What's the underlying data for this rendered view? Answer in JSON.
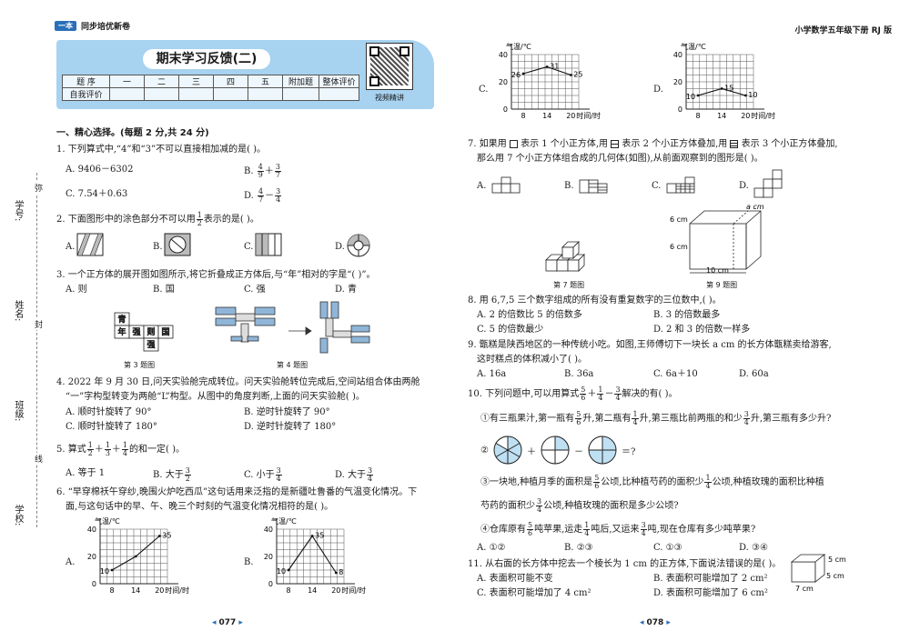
{
  "left": {
    "series": "同步培优新卷",
    "series_logo": "一本",
    "title": "期末学习反馈(二)",
    "score_table": {
      "row1": [
        "题  序",
        "一",
        "二",
        "三",
        "四",
        "五",
        "附加题",
        "整体评价"
      ],
      "row2": [
        "自我评价",
        "",
        "",
        "",
        "",
        "",
        "",
        ""
      ]
    },
    "qr_label": "视频精讲",
    "gutter": {
      "labels": [
        "学号:",
        "姓名:",
        "班级:",
        "学校:"
      ],
      "seal": [
        "弥",
        "封",
        "线"
      ]
    },
    "section1": "一、精心选择。(每题 2 分,共 24 分)",
    "q1": {
      "stem": "1. 下列算式中,“4”和“3”不可以直接相加减的是(    )。",
      "A": "A. 9406－6302",
      "B": "B.",
      "C": "C. 7.54＋0.63",
      "D": "D."
    },
    "q2": {
      "stem_a": "2. 下面图形中的涂色部分不可以用",
      "stem_b": "表示的是(    )。",
      "A": "A.",
      "B": "B.",
      "C": "C.",
      "D": "D."
    },
    "q3": {
      "stem": "3. 一个正方体的展开图如图所示,将它折叠成正方体后,与“年”相对的字是“(    )”。",
      "A": "A. 则",
      "B": "B. 国",
      "C": "C. 强",
      "D": "D. 青",
      "net": [
        "青",
        "年",
        "强",
        "则",
        "国",
        "强"
      ],
      "caption3": "第 3 题图",
      "caption4": "第 4 题图"
    },
    "q4": {
      "l1": "4. 2022 年 9 月 30 日,问天实验舱完成转位。问天实验舱转位完成后,空间站组合体由两舱",
      "l2": "“一”字构型转变为两舱“L”构型。从图中的角度判断,上面的问天实验舱(    )。",
      "A": "A. 顺时针旋转了 90°",
      "B": "B. 逆时针旋转了 90°",
      "C": "C. 顺时针旋转了 180°",
      "D": "D. 逆时针旋转了 180°"
    },
    "q5": {
      "stem_a": "5. 算式",
      "stem_b": "的和一定(    )。",
      "A": "A. 等于 1",
      "B": "B. 大于",
      "C": "C. 小于",
      "D": "D. 大于"
    },
    "q6": {
      "l1": "6. “早穿棉袄午穿纱,晚围火炉吃西瓜”这句话用来泛指的是新疆吐鲁番的气温变化情况。下",
      "l2": "面,与这句话中的早、午、晚三个时刻的气温变化情况相符的是(    )。",
      "A": "A.",
      "B": "B."
    },
    "page_no": "077"
  },
  "right": {
    "header": "小学数学五年级下册 RJ 版",
    "q6": {
      "C": "C.",
      "D": "D."
    },
    "q7": {
      "l1a": "7. 如果用",
      "l1b": "表示 1 个小正方体,用",
      "l1c": "表示 2 个小正方体叠加,用",
      "l1d": "表示 3 个小正方体叠加,",
      "l2": "那么用 7 个小正方体组合成的几何体(如图),从前面观察到的图形是(    )。",
      "A": "A.",
      "B": "B.",
      "C": "C.",
      "D": "D.",
      "caption7": "第 7 题图",
      "caption9": "第 9 题图"
    },
    "q8": {
      "stem": "8. 用 6,7,5 三个数字组成的所有没有重复数字的三位数中,(    )。",
      "A": "A. 2 的倍数比 5 的倍数多",
      "B": "B. 3 的倍数最多",
      "C": "C. 5 的倍数最少",
      "D": "D. 2 和 3 的倍数一样多"
    },
    "q9": {
      "l1": "9. 甑糕是陕西地区的一种传统小吃。如图,王师傅切下一块长 a cm 的长方体甑糕卖给游客,",
      "l2": "这时糕点的体积减小了(    )。",
      "A": "A. 16a",
      "B": "B. 36a",
      "C": "C. 6a＋10",
      "D": "D. 60a",
      "dims": {
        "a": "a cm",
        "h": "6 cm",
        "w": "6 cm",
        "l": "10 cm"
      }
    },
    "q10": {
      "stem_a": "10. 下列问题中,可以用算式",
      "stem_b": "解决的有(    )。",
      "i1a": "①有三瓶果汁,第一瓶有",
      "i1b": "升,第二瓶有",
      "i1c": "升,第三瓶比前两瓶的和少",
      "i1d": "升,第三瓶有多少升?",
      "i2": "＝?",
      "i3a": "③一块地,种植月季的面积是",
      "i3b": "公顷,比种植芍药的面积少",
      "i3c": "公顷,种植玫瑰的面积比种植",
      "i3d": "芍药的面积少",
      "i3e": "公顷,种植玫瑰的面积是多少公顷?",
      "i4a": "④仓库原有",
      "i4b": "吨苹果,运走",
      "i4c": "吨后,又运来",
      "i4d": "吨,现在仓库有多少吨苹果?",
      "A": "A. ①②",
      "B": "B. ②③",
      "C": "C. ①③",
      "D": "D. ③④"
    },
    "q11": {
      "stem": "11. 从右面的长方体中挖去一个棱长为 1 cm 的正方体,下面说法错误的是(    )。",
      "A": "A. 表面积可能不变",
      "B": "B. 表面积可能增加了 2 cm²",
      "C": "C. 表面积可能增加了 4 cm²",
      "D": "D. 表面积可能增加了 6 cm²",
      "dims": {
        "a": "5 cm",
        "b": "5 cm",
        "c": "7 cm"
      }
    },
    "page_no": "078"
  },
  "chart_data": [
    {
      "type": "line",
      "id": "A",
      "x": [
        8,
        14,
        20
      ],
      "values": [
        10,
        20,
        35
      ],
      "xlabel": "时间/时",
      "ylabel": "气温/℃",
      "ylim": [
        0,
        40
      ],
      "yticks": [
        0,
        20,
        40
      ],
      "data_labels": [
        "10",
        "35"
      ]
    },
    {
      "type": "line",
      "id": "B",
      "x": [
        8,
        14,
        20
      ],
      "values": [
        10,
        35,
        8
      ],
      "xlabel": "时间/时",
      "ylabel": "气温/℃",
      "ylim": [
        0,
        40
      ],
      "yticks": [
        0,
        20,
        40
      ],
      "data_labels": [
        "10",
        "35",
        "8"
      ]
    },
    {
      "type": "line",
      "id": "C",
      "x": [
        8,
        14,
        20
      ],
      "values": [
        26,
        31,
        25
      ],
      "xlabel": "时间/时",
      "ylabel": "气温/℃",
      "ylim": [
        0,
        40
      ],
      "yticks": [
        0,
        20,
        40
      ],
      "data_labels": [
        "26",
        "31",
        "25"
      ]
    },
    {
      "type": "line",
      "id": "D",
      "x": [
        8,
        14,
        20
      ],
      "values": [
        10,
        15,
        10
      ],
      "xlabel": "时间/时",
      "ylabel": "气温/℃",
      "ylim": [
        0,
        40
      ],
      "yticks": [
        0,
        20,
        40
      ],
      "data_labels": [
        "10",
        "15",
        "10"
      ]
    }
  ]
}
